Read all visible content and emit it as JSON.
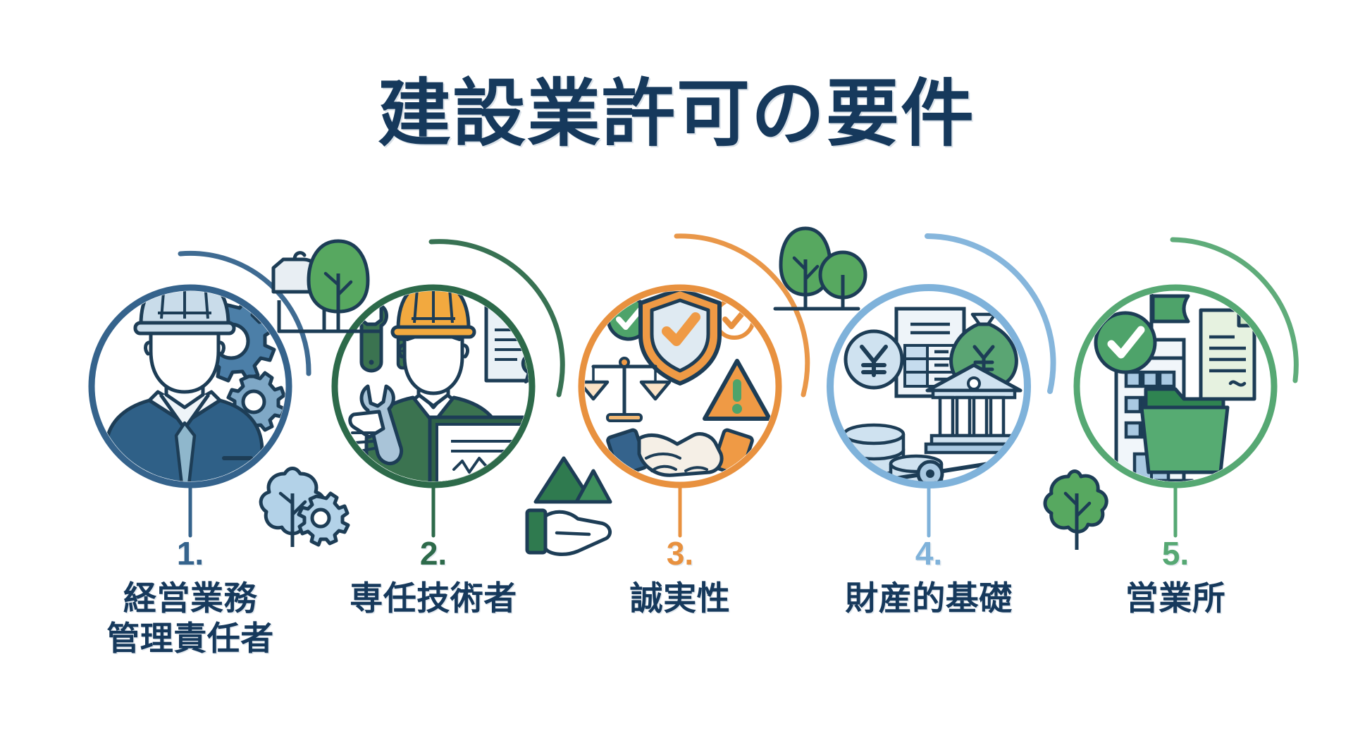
{
  "header": {
    "title": "建設業許可の要件",
    "title_color": "#16395c"
  },
  "colors": {
    "step1": "#35638c",
    "step2": "#2d6a4a",
    "step3": "#e8913f",
    "step4": "#7fb2da",
    "step5": "#56a873",
    "label_text": "#16395c",
    "outline": "#1d3d56",
    "background": "#ffffff"
  },
  "steps": [
    {
      "number": "1.",
      "label": "経営業務\n管理責任者",
      "number_color": "#35638c",
      "ring_color": "#35638c",
      "icon_name": "manager-with-gears-icon",
      "icon_parts": [
        "businessman",
        "hard-hat",
        "gear-large",
        "gear-small",
        "necktie",
        "suit"
      ]
    },
    {
      "number": "2.",
      "label": "専任技術者",
      "number_color": "#2d6a4a",
      "ring_color": "#2d6a4a",
      "icon_name": "technician-with-certificate-icon",
      "icon_parts": [
        "worker",
        "orange-hard-hat",
        "wrench",
        "screwdriver",
        "document",
        "certificate",
        "seal"
      ]
    },
    {
      "number": "3.",
      "label": "誠実性",
      "number_color": "#e8913f",
      "ring_color": "#e8913f",
      "icon_name": "integrity-shield-handshake-icon",
      "icon_parts": [
        "shield-check",
        "scales-of-justice",
        "handshake",
        "warning-triangle",
        "check-circle-green",
        "check-circle-orange"
      ]
    },
    {
      "number": "4.",
      "label": "財産的基礎",
      "number_color": "#7fb2da",
      "ring_color": "#7fb2da",
      "icon_name": "financial-base-icon",
      "icon_parts": [
        "yen-coin-stack",
        "balance-sheet",
        "money-bag-yen",
        "bank-building",
        "seesaw-balance"
      ]
    },
    {
      "number": "5.",
      "label": "営業所",
      "number_color": "#56a873",
      "ring_color": "#56a873",
      "icon_name": "office-location-icon",
      "icon_parts": [
        "office-building",
        "green-flag",
        "check-circle",
        "document",
        "folder"
      ]
    }
  ],
  "decorations": [
    {
      "name": "shelter-and-tree-decor",
      "position": "between-step-1-and-2"
    },
    {
      "name": "blue-tree-and-gear-decor",
      "position": "below-step-1-right"
    },
    {
      "name": "hand-holding-mountains-decor",
      "position": "below-step-2-right"
    },
    {
      "name": "twin-trees-decor",
      "position": "between-step-3-and-4"
    },
    {
      "name": "green-tree-decor",
      "position": "below-step-4-right"
    }
  ]
}
